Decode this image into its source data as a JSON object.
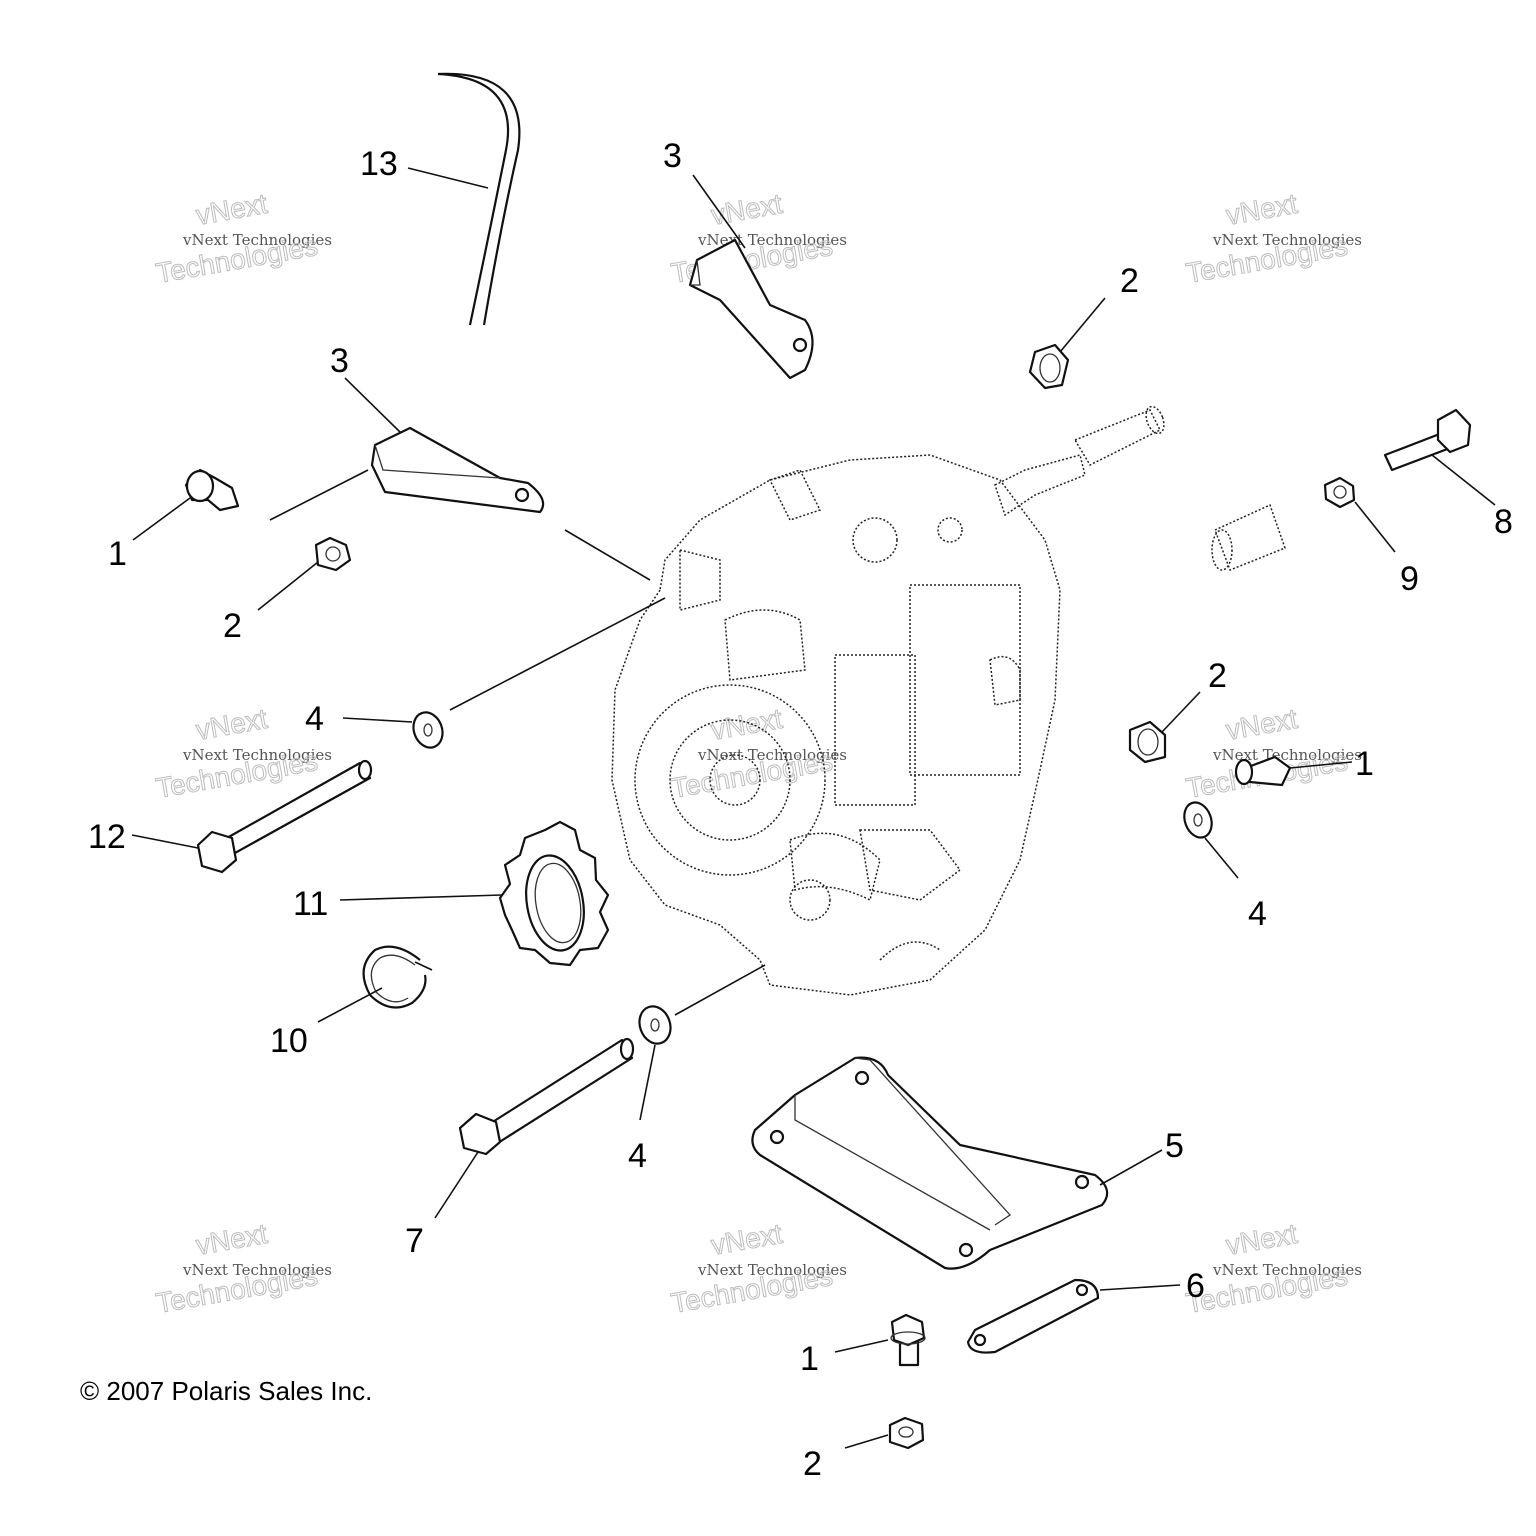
{
  "callouts": [
    {
      "id": "c13",
      "label": "13"
    },
    {
      "id": "c3a",
      "label": "3"
    },
    {
      "id": "c3b",
      "label": "3"
    },
    {
      "id": "c2a",
      "label": "2"
    },
    {
      "id": "c1a",
      "label": "1"
    },
    {
      "id": "c2b",
      "label": "2"
    },
    {
      "id": "c8",
      "label": "8"
    },
    {
      "id": "c9",
      "label": "9"
    },
    {
      "id": "c2c",
      "label": "2"
    },
    {
      "id": "c4a",
      "label": "4"
    },
    {
      "id": "c1b",
      "label": "1"
    },
    {
      "id": "c12",
      "label": "12"
    },
    {
      "id": "c11",
      "label": "11"
    },
    {
      "id": "c4b",
      "label": "4"
    },
    {
      "id": "c10",
      "label": "10"
    },
    {
      "id": "c4c",
      "label": "4"
    },
    {
      "id": "c5",
      "label": "5"
    },
    {
      "id": "c7",
      "label": "7"
    },
    {
      "id": "c6",
      "label": "6"
    },
    {
      "id": "c1c",
      "label": "1"
    },
    {
      "id": "c2d",
      "label": "2"
    }
  ],
  "watermark": {
    "line1": "vNext",
    "line2": "vNext Technologies",
    "line3": "Technologies"
  },
  "copyright": "© 2007 Polaris Sales Inc."
}
